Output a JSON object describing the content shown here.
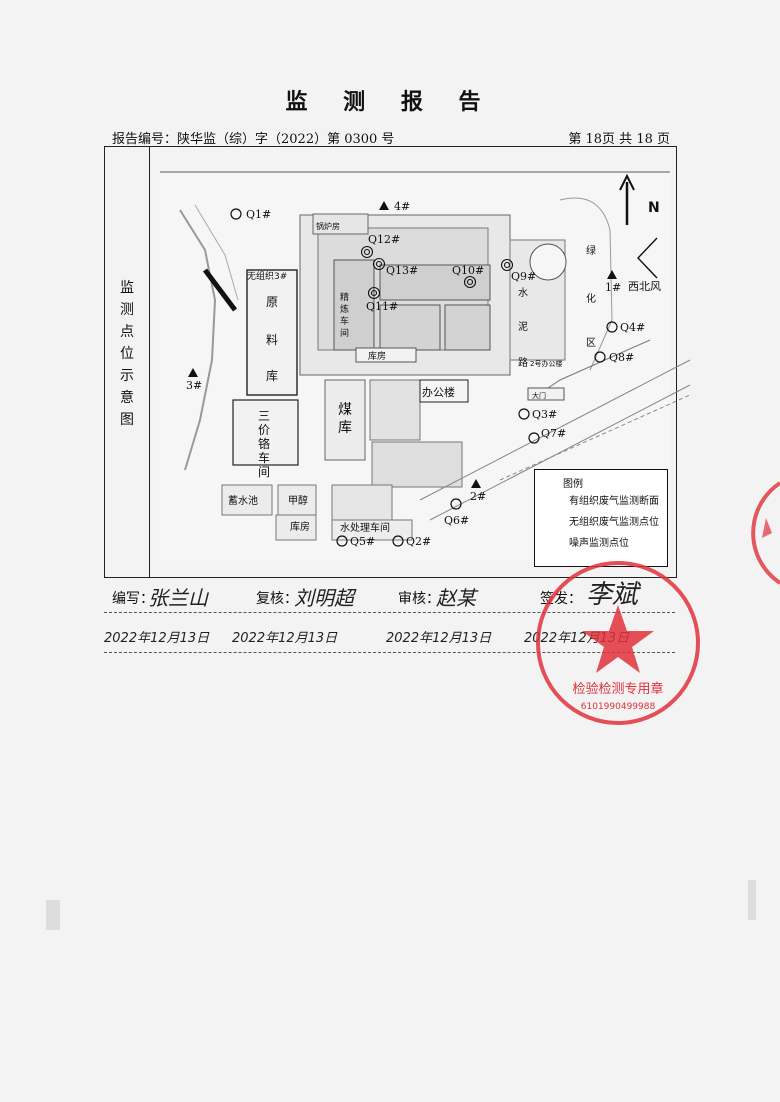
{
  "header": {
    "title": "监 测 报 告",
    "report_no": "报告编号：陕华监（综）字（2022）第 0300 号",
    "page_no": "第 18页  共 18 页"
  },
  "figure": {
    "side_label": [
      "监",
      "测",
      "点",
      "位",
      "示",
      "意",
      "图"
    ],
    "north_label": "N",
    "wind_label": "西北风",
    "buildings": {
      "wuzuzhi3": "无组织3#",
      "yuanliao": [
        "原",
        "料",
        "库"
      ],
      "sanjiage": [
        "三",
        "价",
        "铬",
        "车",
        "间"
      ],
      "mei": [
        "煤",
        "库"
      ],
      "bangong": "办公楼",
      "kufang1": "库房",
      "kufang2": "库房",
      "xushui": "蓄水池",
      "jiachun": "甲醇",
      "shuichuli": "水处理车间",
      "guolu": "锅炉房",
      "shuini": [
        "水",
        "泥",
        "路"
      ],
      "lvhua": [
        "绿",
        "化",
        "区"
      ],
      "bangong2": "2号办公楼",
      "damen": "大门",
      "jinglian": [
        "精",
        "炼",
        "车",
        "间"
      ]
    },
    "points": {
      "q1": "Q1#",
      "q2": "Q2#",
      "q3": "Q3#",
      "q4": "Q4#",
      "q5": "Q5#",
      "q6": "Q6#",
      "q7": "Q7#",
      "q8": "Q8#",
      "q9": "Q9#",
      "q10": "Q10#",
      "q11": "Q11#",
      "q12": "Q12#",
      "q13": "Q13#",
      "n1": "1#",
      "n2": "2#",
      "n3": "3#",
      "n4": "4#"
    },
    "legend": {
      "title": "图例",
      "organized": "有组织废气监测断面",
      "unorganized": "无组织废气监测点位",
      "noise": "噪声监测点位"
    }
  },
  "signoff": {
    "bianxie_label": "编写：",
    "fuhe_label": "复核：",
    "shenhe_label": "审核：",
    "qianfa_label": "签发：",
    "bianxie_sig": "张兰山",
    "fuhe_sig": "刘明超",
    "shenhe_sig": "赵某",
    "qianfa_sig": "李斌",
    "dates": [
      "2022年12月13日",
      "2022年12月13日",
      "2022年12月13日",
      "2022年12月13日"
    ]
  },
  "stamp": {
    "text": "检验检测专用章",
    "number": "6101990499988"
  }
}
